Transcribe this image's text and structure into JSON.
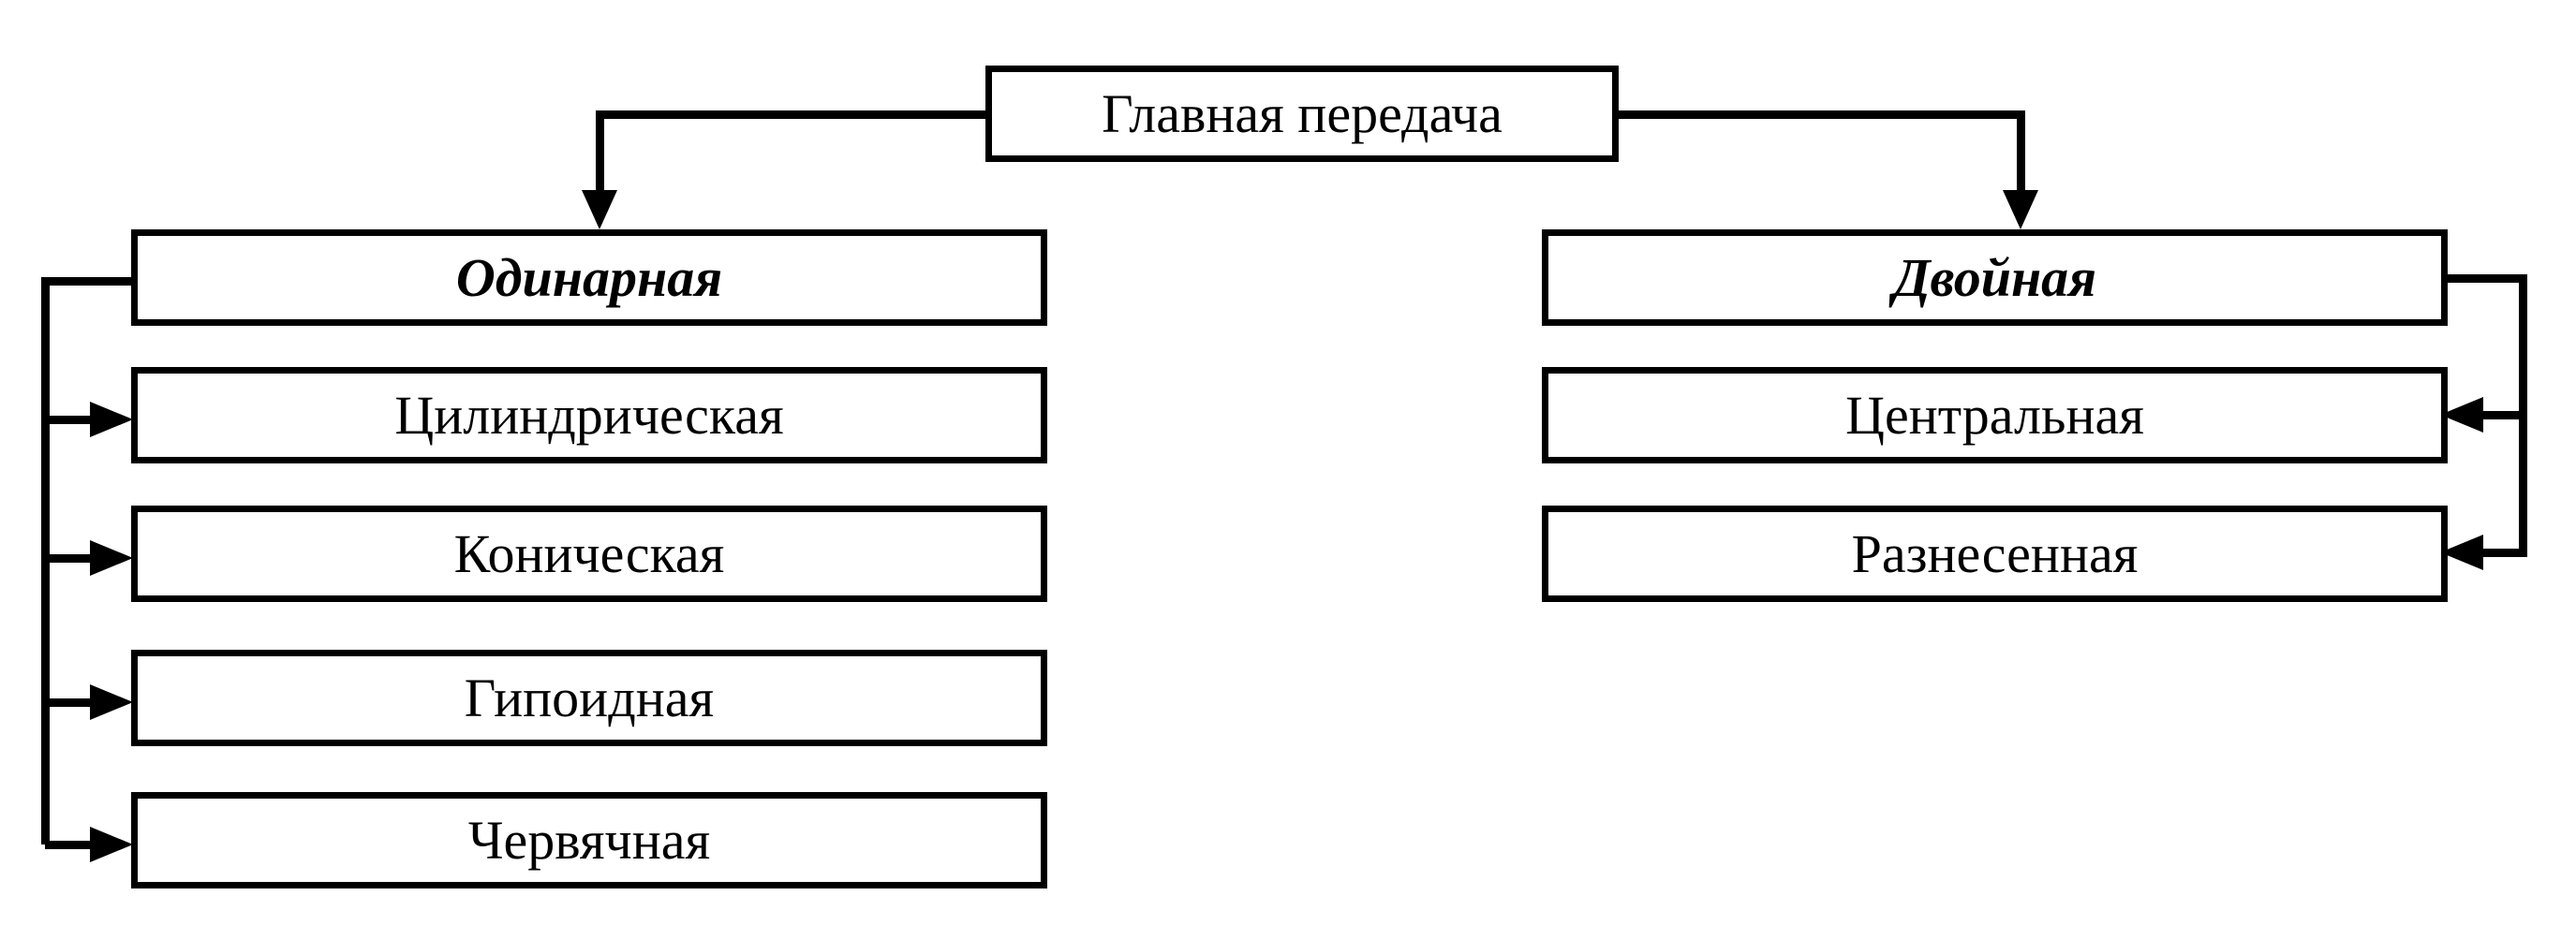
{
  "diagram": {
    "title": "Главная передача",
    "language": "ru",
    "root": {
      "label": "Главная передача",
      "style": "regular"
    },
    "branches": [
      {
        "id": "odinarnaya",
        "heading": "Одинарная",
        "heading_style": "bold-italic",
        "children": [
          {
            "id": "cilindricheskaya",
            "label": "Цилиндрическая"
          },
          {
            "id": "konicheskaya",
            "label": "Коническая"
          },
          {
            "id": "gipoidnaya",
            "label": "Гипоидная"
          },
          {
            "id": "chervyachnaya",
            "label": "Червячная"
          }
        ]
      },
      {
        "id": "dvojnaya",
        "heading": "Двойная",
        "heading_style": "bold-italic",
        "children": [
          {
            "id": "centralnaya",
            "label": "Центральная"
          },
          {
            "id": "raznesennaya",
            "label": "Разнесенная"
          }
        ]
      }
    ],
    "connectors": {
      "root_to_left": "arrow-down",
      "root_to_right": "arrow-down",
      "left_branch_to_children": "arrow-right",
      "right_branch_to_children": "arrow-left"
    },
    "colors": {
      "stroke": "#000000",
      "fill": "#ffffff",
      "text": "#000000"
    }
  }
}
